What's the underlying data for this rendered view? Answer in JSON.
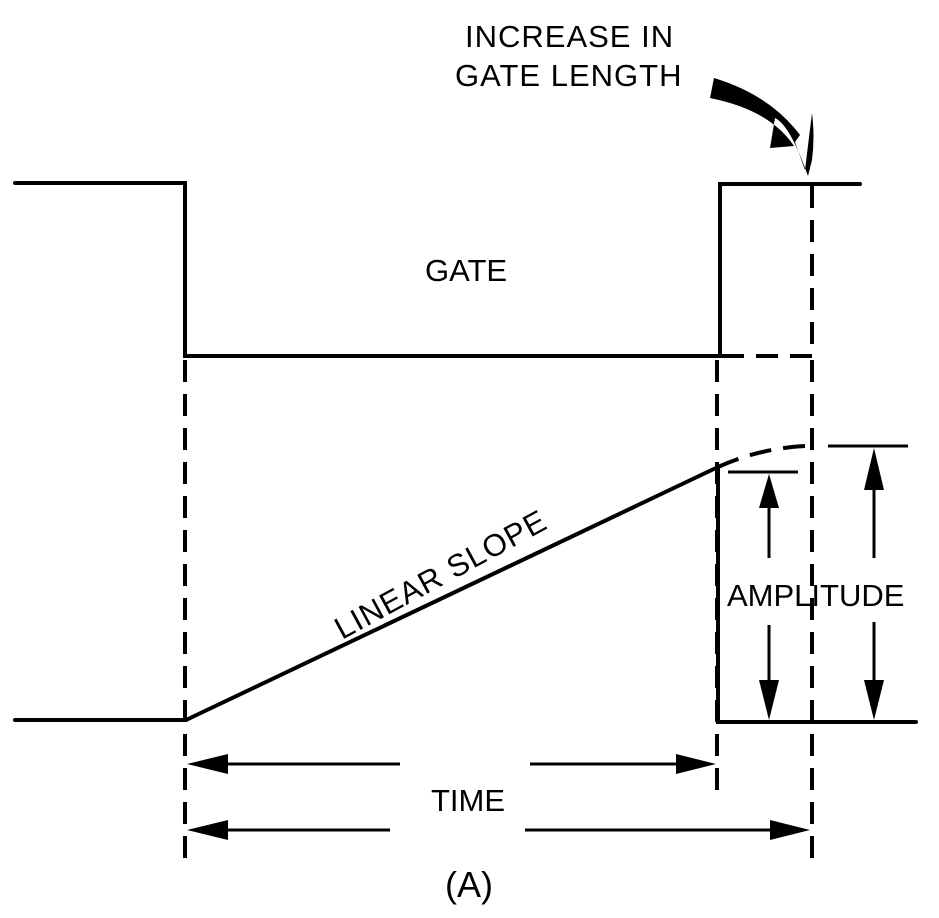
{
  "annotation": {
    "line1": "INCREASE IN",
    "line2": "GATE LENGTH"
  },
  "labels": {
    "gate": "GATE",
    "linear_slope": "LINEAR SLOPE",
    "amplitude": "AMPLITUDE",
    "time": "TIME",
    "figure_id": "(A)"
  }
}
